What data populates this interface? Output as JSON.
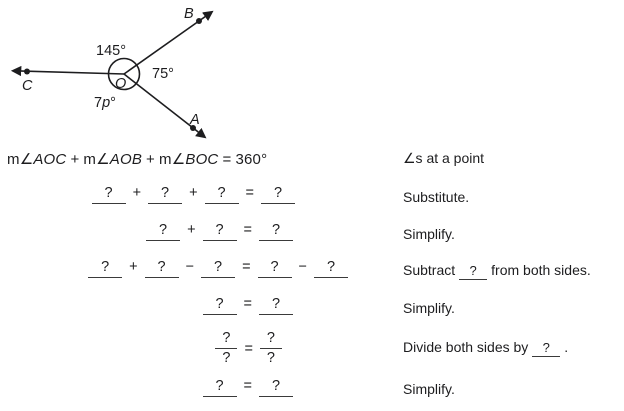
{
  "diagram": {
    "point_b": "B",
    "point_a": "A",
    "point_c": "C",
    "point_o": "O",
    "angle_boc_label": "145°",
    "angle_aob_label": "75°",
    "angle_aoc_coeff": "7",
    "angle_aoc_var": "p",
    "angle_aoc_degree": "°"
  },
  "statement": {
    "m_angle": "m∠",
    "angle1": "AOC",
    "plus": "+",
    "angle2": "AOB",
    "angle3": "BOC",
    "equals": "=",
    "total": "360°"
  },
  "symbols": {
    "placeholder": "?",
    "plus": "+",
    "minus": "−",
    "equals": "="
  },
  "reasons": {
    "step1": "∠s at a point",
    "step2": "Substitute.",
    "step3": "Simplify.",
    "step4_before": "Subtract",
    "step4_after": "from both sides.",
    "step5": "Simplify.",
    "step6_before": "Divide both sides by",
    "step6_after": ".",
    "step7": "Simplify."
  }
}
